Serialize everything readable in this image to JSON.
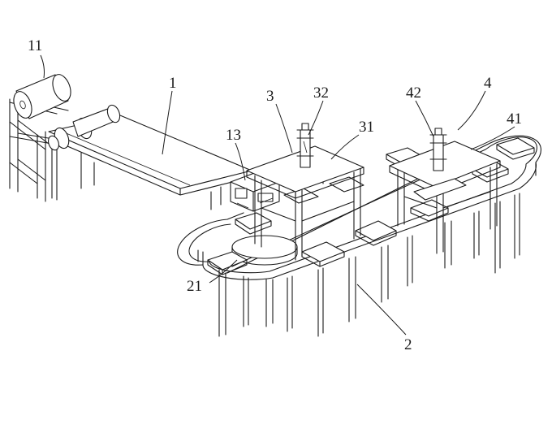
{
  "figure": {
    "labels": {
      "belt_conveyor": "1",
      "feed_roll": "11",
      "transfer_unit": "13",
      "loop_track": "2",
      "turntable": "21",
      "press_station_a": "3",
      "press_table_a": "31",
      "cylinder_a": "32",
      "press_station_b": "4",
      "press_table_b": "41",
      "cylinder_b": "42"
    }
  }
}
